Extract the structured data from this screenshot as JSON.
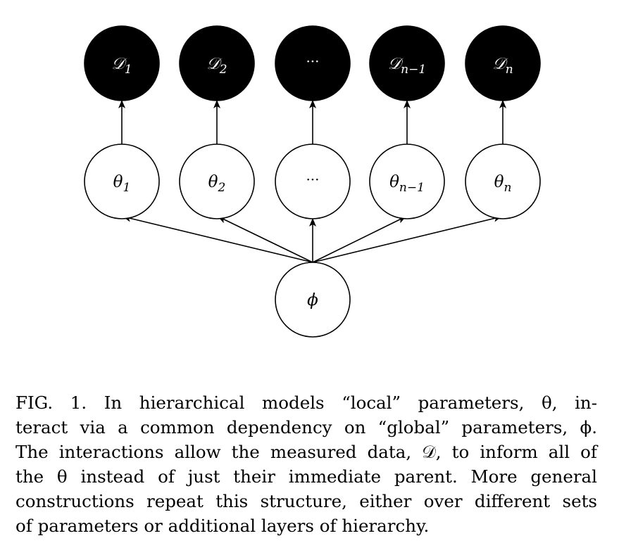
{
  "diagram": {
    "data_nodes": [
      {
        "symbol": "𝒟",
        "sub": "1"
      },
      {
        "symbol": "𝒟",
        "sub": "2"
      },
      {
        "symbol": "···",
        "sub": ""
      },
      {
        "symbol": "𝒟",
        "sub": "n−1"
      },
      {
        "symbol": "𝒟",
        "sub": "n"
      }
    ],
    "local_nodes": [
      {
        "symbol": "θ",
        "sub": "1"
      },
      {
        "symbol": "θ",
        "sub": "2"
      },
      {
        "symbol": "···",
        "sub": ""
      },
      {
        "symbol": "θ",
        "sub": "n−1"
      },
      {
        "symbol": "θ",
        "sub": "n"
      }
    ],
    "global_node": {
      "symbol": "ϕ",
      "sub": ""
    }
  },
  "caption": {
    "lines": [
      "FIG. 1.    In hierarchical models “local” parameters, θ, in-",
      "teract via a common dependency on “global” parameters, ϕ.",
      "The interactions allow the measured data, 𝒟, to inform all of",
      "the θ instead of just their immediate parent.  More general",
      "constructions repeat this structure, either over different sets",
      "of parameters or additional layers of hierarchy."
    ]
  },
  "colors": {
    "data_fill": "#000000",
    "data_text": "#ffffff",
    "param_fill": "#ffffff",
    "stroke": "#000000"
  }
}
